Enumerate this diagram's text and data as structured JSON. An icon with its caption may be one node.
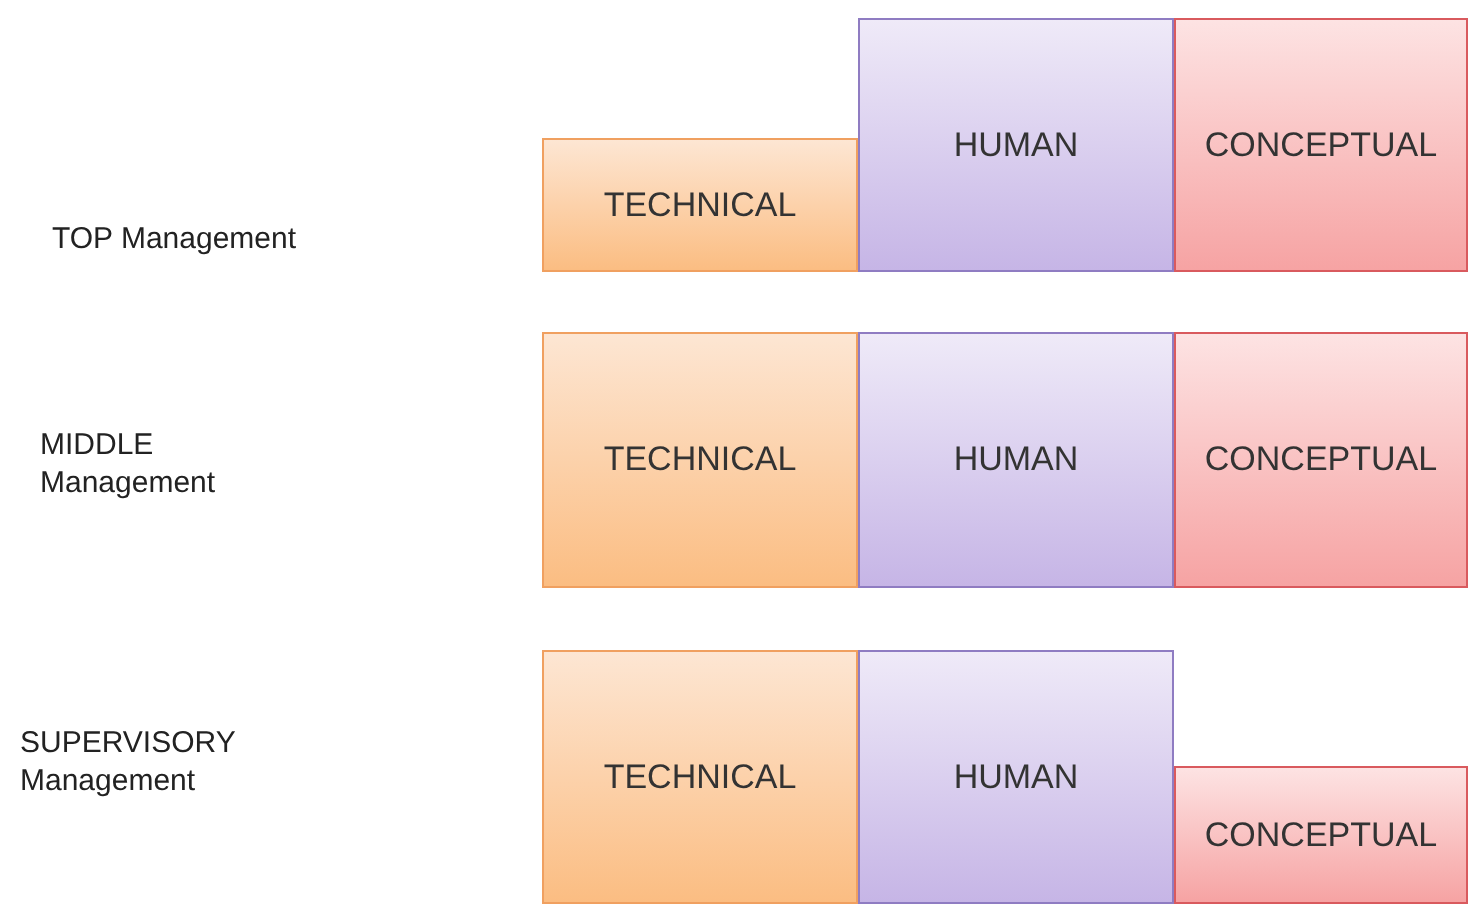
{
  "diagram": {
    "nodes": [
      {
        "text": [
          "TECHNICAL"
        ]
      },
      {
        "text": [
          "HUMAN"
        ]
      },
      {
        "text": [
          "CONCEPTUAL"
        ]
      },
      {
        "text": [
          "TECHNICAL"
        ]
      },
      {
        "text": [
          "HUMAN"
        ]
      },
      {
        "text": [
          "CONCEPTUAL"
        ]
      },
      {
        "text": [
          "TECHNICAL"
        ]
      },
      {
        "text": [
          "HUMAN"
        ]
      },
      {
        "text": [
          "CONCEPTUAL"
        ]
      }
    ],
    "labels": [
      "TOP Management",
      "MIDDLE Management",
      "SUPERVISORY Management"
    ]
  }
}
